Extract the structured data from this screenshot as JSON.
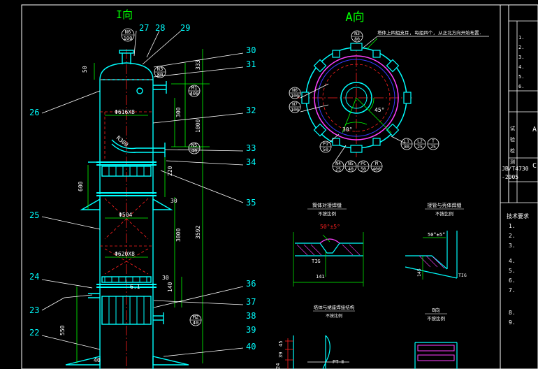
{
  "views": {
    "front_view_label": "I向",
    "top_view_label": "A向",
    "top_view_note": "塔体上四组支耳, 每组四个, 从正北方向开始布置.",
    "weld_a_title": "筒体对接焊缝",
    "weld_a_scale": "不按比例",
    "weld_b_title": "接管与壳体焊缝",
    "weld_b_scale": "不按比例",
    "detail_c_title": "塔体与裙座焊接结构",
    "detail_c_scale": "不按比例",
    "detail_b_title": "B向",
    "detail_b_scale": "不按比例",
    "tech_title": "技术要求"
  },
  "balloons_left": [
    "26",
    "25",
    "24",
    "23",
    "22"
  ],
  "balloons_top": [
    "27",
    "28",
    "29"
  ],
  "balloons_right": [
    "30",
    "31",
    "32",
    "33",
    "34",
    "35",
    "36",
    "37",
    "38",
    "39",
    "40"
  ],
  "nozzles": {
    "n6": {
      "name": "N6",
      "size": "100"
    },
    "n3": {
      "name": "N3",
      "size": "80"
    },
    "n5": {
      "name": "N5",
      "size": "40"
    },
    "m1": {
      "name": "M1",
      "size": "400"
    },
    "m2": {
      "name": "M2",
      "size": "40"
    },
    "n6b": {
      "name": "N6",
      "size": "100"
    },
    "n7": {
      "name": "N7",
      "size": "100"
    },
    "p1": {
      "name": "P1",
      "size": "50"
    },
    "l1": {
      "name": "L1",
      "size": "80"
    },
    "l2": {
      "name": "L2",
      "size": "25"
    },
    "t": {
      "name": "T",
      "size": "25"
    },
    "n4": {
      "name": "N4",
      "size": "25"
    },
    "n5b": {
      "name": "N5",
      "size": "40"
    },
    "pc": {
      "name": "PC",
      "size": "50"
    },
    "m": {
      "name": "M",
      "size": "400"
    }
  },
  "dims": {
    "d50": "50",
    "d333": "333",
    "d300": "300",
    "d1000": "1000",
    "d600": "600",
    "d220": "220",
    "d3000": "3000",
    "d3592": "3592",
    "d550": "550",
    "d140": "140",
    "d40": "40",
    "d30": "30",
    "d30b": "30",
    "shell1": "Φ616X8",
    "shell2": "Φ504",
    "shell3": "Φ620X8",
    "elbow": "R300",
    "ring": "6.1",
    "angle45": "45°",
    "angle30": "30°",
    "weld_angle": "50°±5°",
    "weld_tig": "TIG",
    "weld_gap": "141",
    "weld_b_angle": "50°±5°",
    "weld_b_tig": "TIG",
    "weld_b_d": "145",
    "c_d45": "45",
    "c_d39": "39",
    "c_d24": "24",
    "c_pt": "PT-Ⅱ"
  },
  "right_table": {
    "codes": [
      "1.",
      "2.",
      "3.",
      "4.",
      "5.",
      "6."
    ],
    "mid_chars": [
      "试",
      "验",
      "检",
      "测"
    ],
    "std": [
      "JB/T4730",
      "-2005"
    ],
    "grades": [
      "A",
      "C"
    ]
  },
  "tech_items": [
    "1.",
    "2.",
    "3.",
    "4.",
    "5.",
    "6.",
    "7.",
    "8.",
    "9."
  ],
  "colors": {
    "cyan": "#00ffff",
    "red": "#ff2020",
    "white": "#ffffff",
    "green": "#00ff00",
    "yellow": "#ffff00",
    "magenta": "#ff40ff",
    "blue": "#3a3aff"
  }
}
